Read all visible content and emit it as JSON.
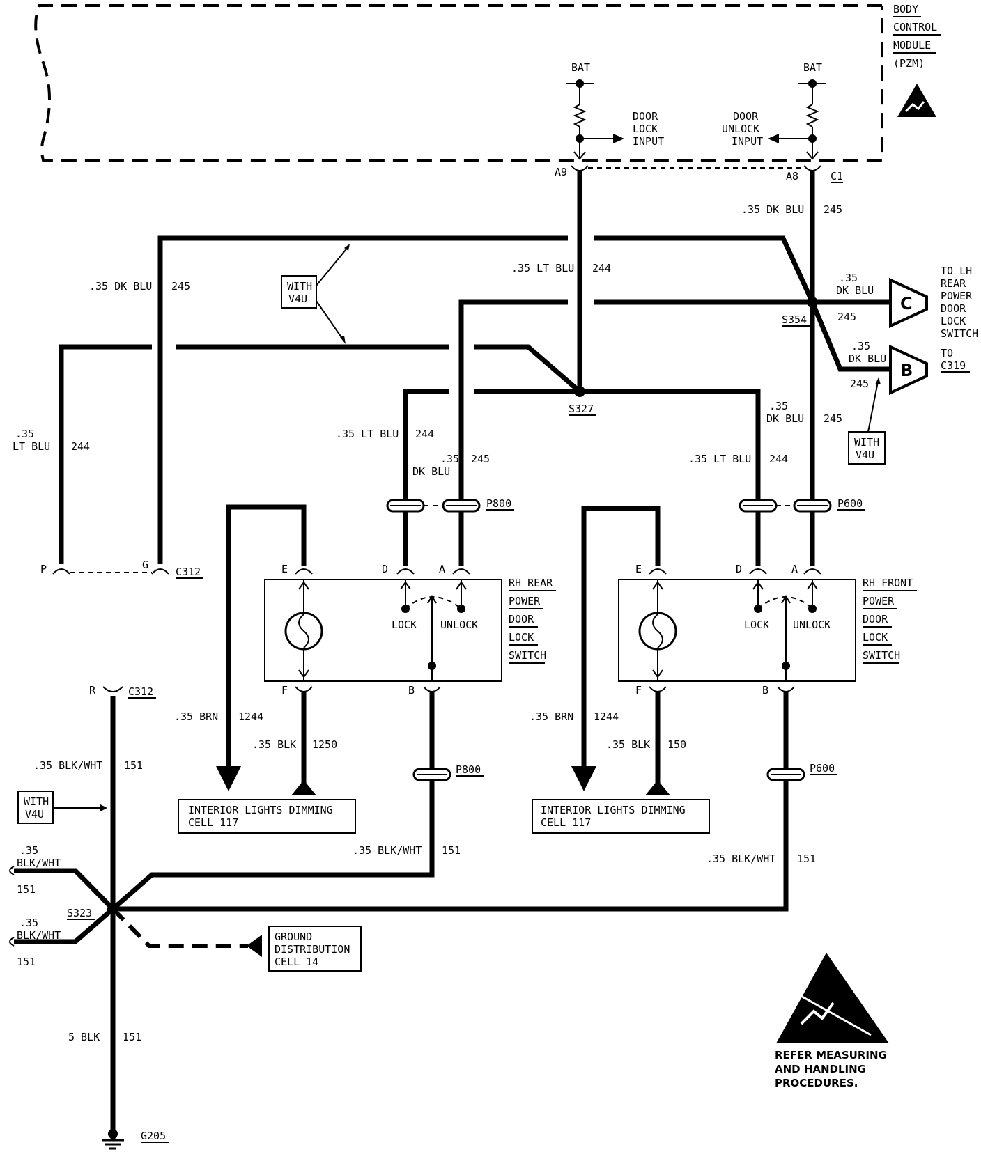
{
  "bcm": {
    "line1": "BODY",
    "line2": "CONTROL",
    "line3": "MODULE",
    "line4": "(PZM)",
    "bat_left": "BAT",
    "bat_right": "BAT",
    "lock_input": [
      "DOOR",
      "LOCK",
      "INPUT"
    ],
    "unlock_input": [
      "DOOR",
      "UNLOCK",
      "INPUT"
    ],
    "pin_a9": "A9",
    "pin_a8": "A8",
    "conn_c1": "C1"
  },
  "wires": {
    "top_245": {
      "gauge": ".35 DK BLU",
      "circuit": "245"
    },
    "center_244": {
      "gauge": ".35 LT BLU",
      "circuit": "244"
    },
    "left_245": {
      "gauge": ".35 DK BLU",
      "circuit": "245"
    },
    "far_left_244": {
      "gauge1": ".35",
      "gauge2": "LT BLU",
      "circuit": "244"
    },
    "rear_d_244": {
      "gauge": ".35 LT BLU",
      "circuit": "244"
    },
    "rear_a_245": {
      "gauge1": ".35",
      "gauge2": "DK BLU",
      "circuit": "245"
    },
    "front_d_244": {
      "gauge": ".35 LT BLU",
      "circuit": "244"
    },
    "front_a_245": {
      "gauge1": ".35",
      "gauge2": "DK BLU",
      "circuit": "245"
    },
    "to_c": {
      "gauge1": ".35",
      "gauge2": "DK BLU",
      "circuit": "245"
    },
    "to_b": {
      "gauge1": ".35",
      "gauge2": "DK BLU",
      "circuit": "245"
    },
    "rear_brn": {
      "gauge": ".35 BRN",
      "circuit": "1244"
    },
    "rear_blk": {
      "gauge": ".35 BLK",
      "circuit": "1250"
    },
    "front_brn": {
      "gauge": ".35 BRN",
      "circuit": "1244"
    },
    "front_blk": {
      "gauge": ".35 BLK",
      "circuit": "150"
    },
    "ground_151": {
      "gauge": ".35 BLK/WHT",
      "circuit": "151"
    },
    "rear_gnd_151": {
      "gauge": ".35 BLK/WHT",
      "circuit": "151"
    },
    "front_gnd_151": {
      "gauge": ".35 BLK/WHT",
      "circuit": "151"
    },
    "stub1": {
      "gauge1": ".35",
      "gauge2": "BLK/WHT",
      "circuit": "151"
    },
    "stub2": {
      "gauge1": ".35",
      "gauge2": "BLK/WHT",
      "circuit": "151"
    },
    "main_ground": {
      "gauge": "5 BLK",
      "circuit": "151"
    }
  },
  "splices": {
    "s354": "S354",
    "s327": "S327",
    "s323": "S323"
  },
  "options": {
    "v4u_top": [
      "WITH",
      "V4U"
    ],
    "v4u_right": [
      "WITH",
      "V4U"
    ],
    "v4u_left": [
      "WITH",
      "V4U"
    ]
  },
  "connectors": {
    "p800_top": "P800",
    "p600_top": "P600",
    "p800_bottom": "P800",
    "p600_bottom": "P600",
    "c312_top": "C312",
    "c312_bottom": "C312",
    "pin_p": "P",
    "pin_g": "G",
    "pin_r": "R"
  },
  "offpage": {
    "c_letter": "C",
    "c_text": [
      "TO LH",
      "REAR",
      "POWER",
      "DOOR",
      "LOCK",
      "SWITCH"
    ],
    "b_letter": "B",
    "b_text": [
      "TO",
      "C319"
    ]
  },
  "rear_switch": {
    "name": [
      "RH REAR",
      "POWER",
      "DOOR",
      "LOCK",
      "SWITCH"
    ],
    "pins": {
      "e": "E",
      "d": "D",
      "a": "A",
      "f": "F",
      "b": "B"
    },
    "lock": "LOCK",
    "unlock": "UNLOCK"
  },
  "front_switch": {
    "name": [
      "RH FRONT",
      "POWER",
      "DOOR",
      "LOCK",
      "SWITCH"
    ],
    "pins": {
      "e": "E",
      "d": "D",
      "a": "A",
      "f": "F",
      "b": "B"
    },
    "lock": "LOCK",
    "unlock": "UNLOCK"
  },
  "dimming_rear": [
    "INTERIOR LIGHTS DIMMING",
    "CELL 117"
  ],
  "dimming_front": [
    "INTERIOR LIGHTS DIMMING",
    "CELL 117"
  ],
  "ground_dist": [
    "GROUND",
    "DISTRIBUTION",
    "CELL 14"
  ],
  "ground_name": "G205",
  "esd_note": [
    "REFER MEASURING",
    "AND HANDLING",
    "PROCEDURES."
  ]
}
